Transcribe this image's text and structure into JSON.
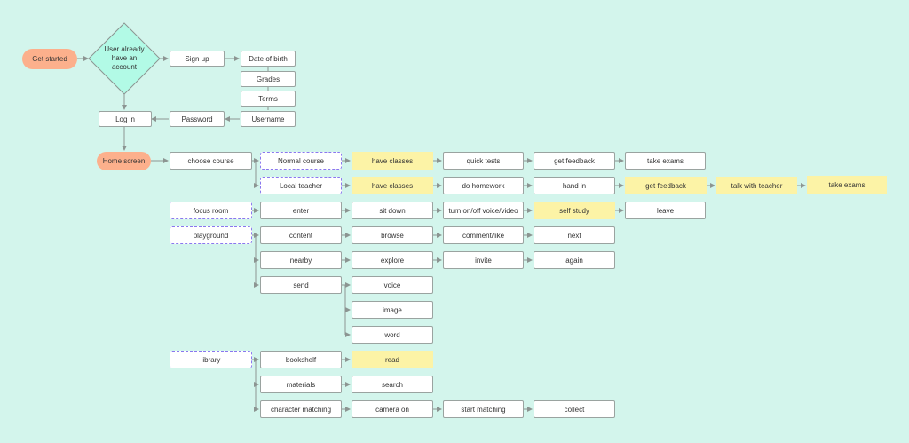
{
  "nodes": {
    "get_started": "Get started",
    "user_already": [
      "User already",
      "have an",
      "account"
    ],
    "sign_up": "Sign up",
    "date_of_birth": "Date of birth",
    "grades": "Grades",
    "terms": "Terms",
    "username": "Username",
    "password": "Password",
    "log_in": "Log in",
    "home_screen": "Home screen",
    "choose_course": "choose course",
    "normal_course": "Normal course",
    "local_teacher": "Local teacher",
    "have_classes_1": "have classes",
    "have_classes_2": "have classes",
    "quick_tests": "quick tests",
    "do_homework": "do homework",
    "get_feedback_1": "get feedback",
    "hand_in": "hand in",
    "take_exams_1": "take exams",
    "get_feedback_2": "get feedback",
    "talk_with_teacher": "talk with teacher",
    "take_exams_2": "take exams",
    "focus_room": "focus room",
    "enter": "enter",
    "sit_down": "sit down",
    "turn_on_off": "turn on/off voice/video",
    "self_study": "self study",
    "leave": "leave",
    "playground": "playground",
    "content": "content",
    "browse": "browse",
    "comment_like": "comment/like",
    "next": "next",
    "nearby": "nearby",
    "explore": "explore",
    "invite": "invite",
    "again": "again",
    "send": "send",
    "voice": "voice",
    "image": "image",
    "word": "word",
    "library": "library",
    "bookshelf": "bookshelf",
    "read": "read",
    "materials": "materials",
    "search": "search",
    "character_matching": "character matching",
    "camera_on": "camera on",
    "start_matching": "start matching",
    "collect": "collect"
  },
  "colors": {
    "background": "#d3f5ec",
    "start_pill": "#fcb08c",
    "diamond": "#b2fae6",
    "highlight": "#fcf3a6",
    "dashed_border": "#8a78ee",
    "connector": "#8c9592"
  }
}
